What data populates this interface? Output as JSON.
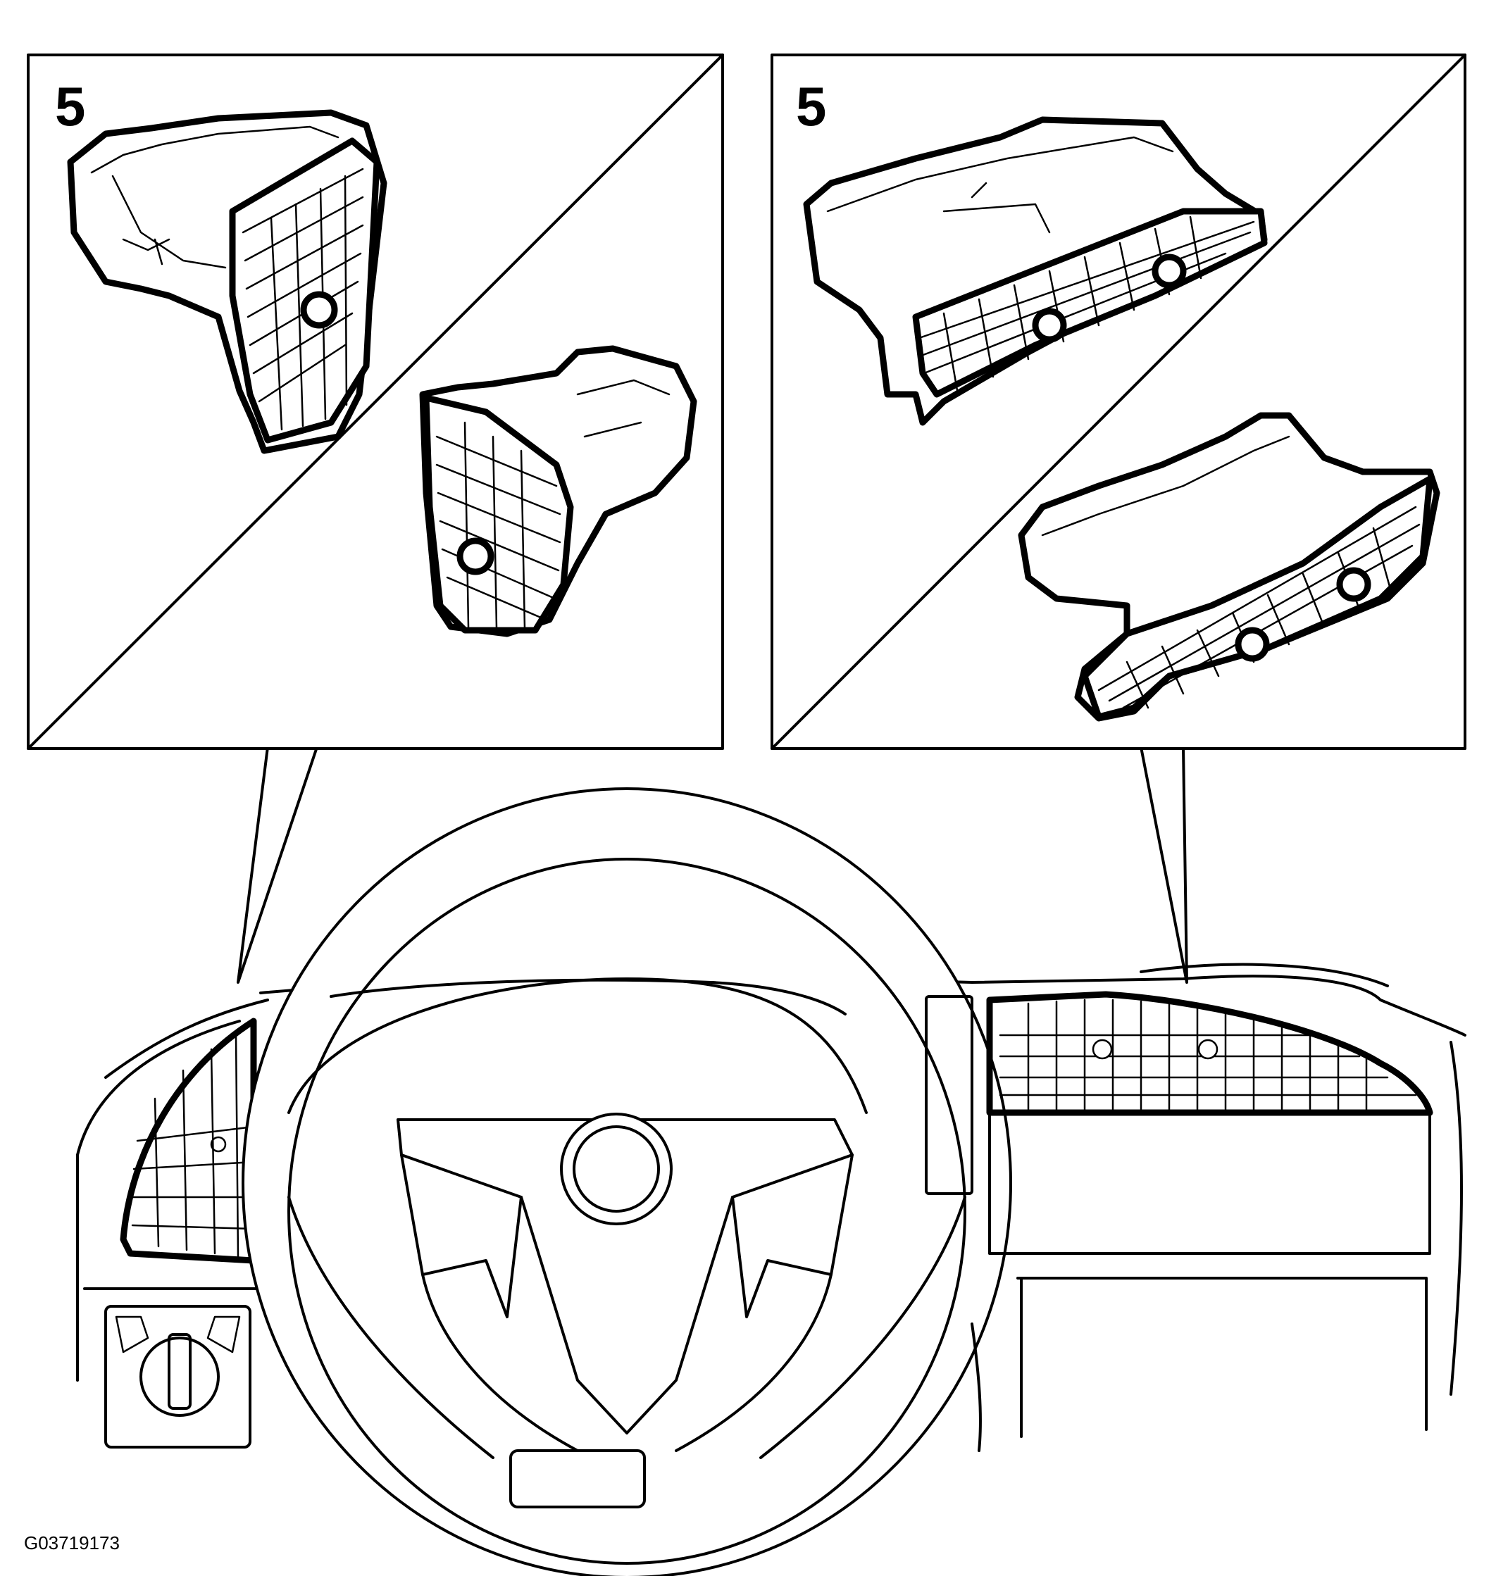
{
  "diagram": {
    "left_callout": {
      "step_number": "5"
    },
    "right_callout": {
      "step_number": "5"
    },
    "figure_id": "G03719173"
  }
}
